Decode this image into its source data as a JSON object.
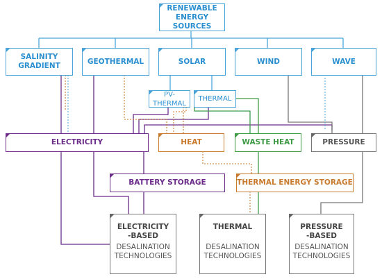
{
  "root": "RENEWABLE\nENERGY SOURCES",
  "sources": {
    "salinity": "SALINITY GRADIENT",
    "geothermal": "GEOTHERMAL",
    "solar": "SOLAR",
    "wind": "WIND",
    "wave": "WAVE"
  },
  "solar_sub": {
    "pv_thermal": "PV-THERMAL",
    "thermal": "THERMAL"
  },
  "energy": {
    "electricity": "ELECTRICITY",
    "heat": "HEAT",
    "waste_heat": "WASTE HEAT",
    "pressure": "PRESSURE"
  },
  "storage": {
    "battery": "BATTERY STORAGE",
    "thermal": "THERMAL ENERGY STORAGE"
  },
  "technologies": {
    "electricity_based": {
      "title": "ELECTRICITY\n-BASED",
      "body": "DESALINATION\nTECHNOLOGIES"
    },
    "thermal": {
      "title": "THERMAL",
      "body": "DESALINATION\nTECHNOLOGIES"
    },
    "pressure_based": {
      "title": "PRESSURE\n-BASED",
      "body": "DESALINATION\nTECHNOLOGIES"
    }
  },
  "colors": {
    "blue": "#4aa3d8",
    "purple": "#6b2c8a",
    "orange": "#c87a2e",
    "green": "#3f9a46",
    "gray": "#777777"
  }
}
